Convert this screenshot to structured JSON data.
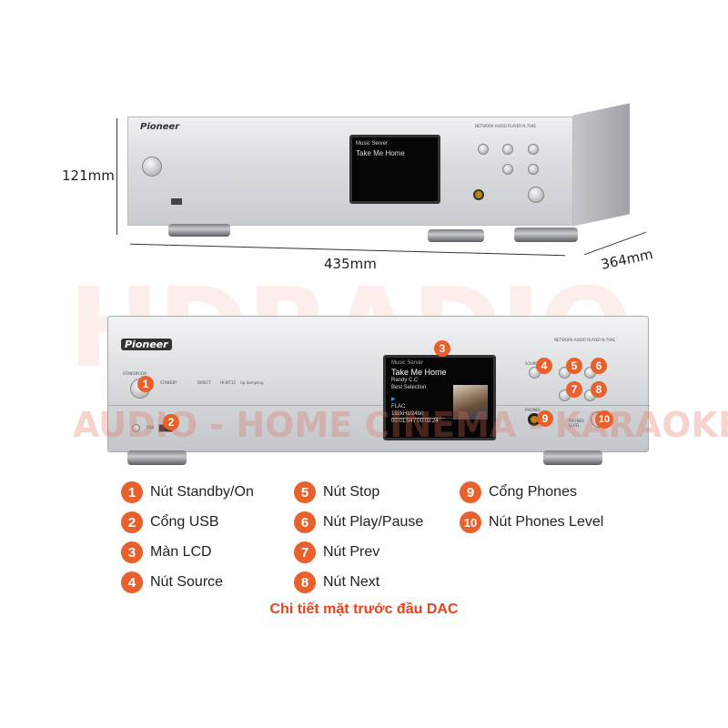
{
  "dimensions": {
    "height": "121mm",
    "width": "435mm",
    "depth": "364mm"
  },
  "watermark": {
    "brand": "HDRADIO",
    "tagline": "AUDIO - HOME CINEMA - KARAOKE"
  },
  "device": {
    "brand": "Pioneer",
    "model": "NETWORK AUDIO PLAYER N-70AE",
    "labels": {
      "standby": "STANDBY/ON",
      "source": "SOURCE",
      "phones": "PHONES",
      "phones_level": "PHONES LEVEL",
      "usb": "USB",
      "indicators": [
        "STANDBY",
        "DIRECT",
        "HI-BIT32",
        "Up Sampling"
      ]
    },
    "screen": {
      "header": "Music Server",
      "title": "Take Me Home",
      "artist": "Randy C.C",
      "album": "Best Selection",
      "format": "FLAC",
      "rate": "192kHz/24bit",
      "time": "00:01:54 / 00:03:24",
      "progress": 0.56
    }
  },
  "callouts": [
    "1",
    "2",
    "3",
    "4",
    "5",
    "6",
    "7",
    "8",
    "9",
    "10"
  ],
  "legend": [
    {
      "num": "1",
      "label": "Nút Standby/On"
    },
    {
      "num": "2",
      "label": "Cổng USB"
    },
    {
      "num": "3",
      "label": "Màn LCD"
    },
    {
      "num": "4",
      "label": "Nút Source"
    },
    {
      "num": "5",
      "label": "Nút Stop"
    },
    {
      "num": "6",
      "label": "Nút Play/Pause"
    },
    {
      "num": "7",
      "label": "Nút Prev"
    },
    {
      "num": "8",
      "label": "Nút Next"
    },
    {
      "num": "9",
      "label": "Cổng Phones"
    },
    {
      "num": "10",
      "label": "Nút Phones Level"
    }
  ],
  "caption": "Chi tiết mặt trước đầu DAC",
  "colors": {
    "accent": "#e8602c",
    "caption": "#e8431a",
    "watermark": "#f2d8d0"
  }
}
